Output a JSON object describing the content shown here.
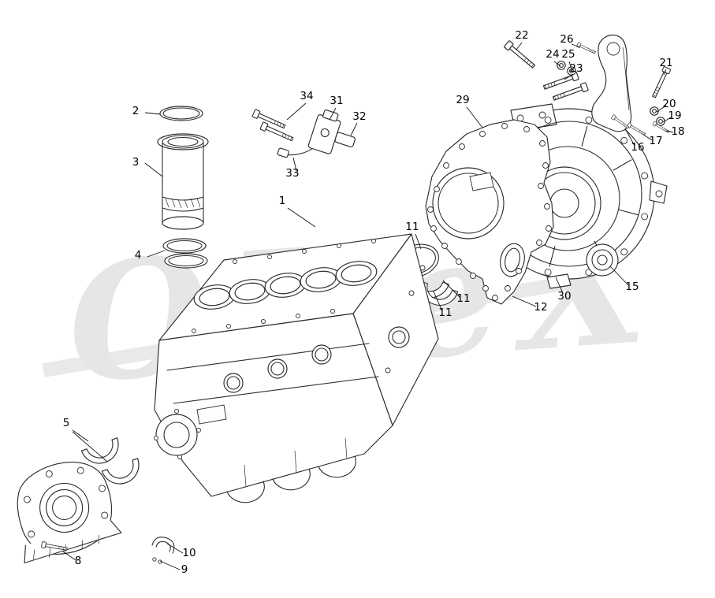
{
  "watermark": {
    "text": "ОКеХ"
  },
  "colors": {
    "line": "#2d2d2d",
    "watermark": "#e6e6e6",
    "label": "#000000",
    "background": "#ffffff"
  },
  "callouts": {
    "n1": "1",
    "n2": "2",
    "n3": "3",
    "n4": "4",
    "n5": "5",
    "n8": "8",
    "n9": "9",
    "n10": "10",
    "n11a": "11",
    "n11b": "11",
    "n11c": "11",
    "n12": "12",
    "n15": "15",
    "n16": "16",
    "n17": "17",
    "n18": "18",
    "n19": "19",
    "n20": "20",
    "n21": "21",
    "n22": "22",
    "n23": "23",
    "n24": "24",
    "n25": "25",
    "n26": "26",
    "n29": "29",
    "n30": "30",
    "n31": "31",
    "n32": "32",
    "n33": "33",
    "n34": "34"
  }
}
